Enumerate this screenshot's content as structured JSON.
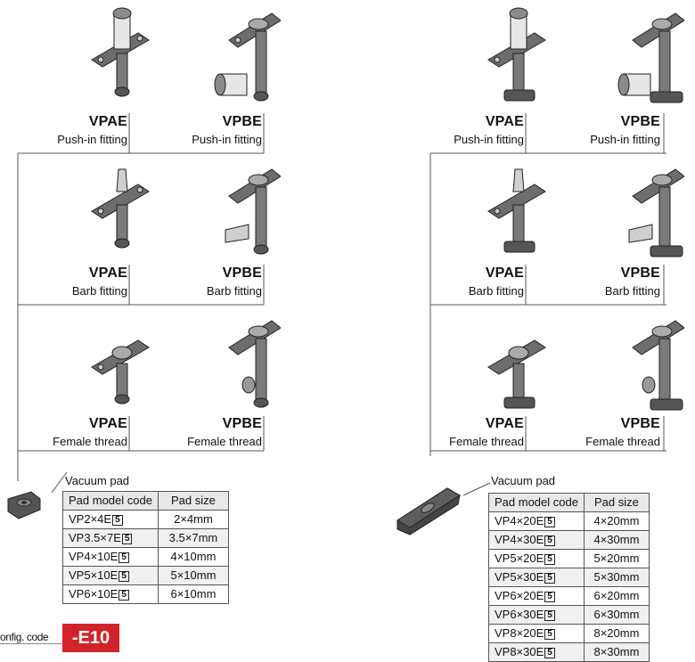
{
  "left": {
    "fittings": [
      {
        "model": "VPAE",
        "desc": "Push-in fitting"
      },
      {
        "model": "VPBE",
        "desc": "Push-in fitting"
      },
      {
        "model": "VPAE",
        "desc": "Barb fitting"
      },
      {
        "model": "VPBE",
        "desc": "Barb fitting"
      },
      {
        "model": "VPAE",
        "desc": "Female thread"
      },
      {
        "model": "VPBE",
        "desc": "Female thread"
      }
    ],
    "vacuum_pad": {
      "label": "Vacuum pad",
      "headers": [
        "Pad model code",
        "Pad size"
      ],
      "rows": [
        {
          "code": "VP2×4E",
          "suffix": "5",
          "size": "2×4mm"
        },
        {
          "code": "VP3.5×7E",
          "suffix": "5",
          "size": "3.5×7mm"
        },
        {
          "code": "VP4×10E",
          "suffix": "5",
          "size": "4×10mm"
        },
        {
          "code": "VP5×10E",
          "suffix": "5",
          "size": "5×10mm"
        },
        {
          "code": "VP6×10E",
          "suffix": "5",
          "size": "6×10mm"
        }
      ]
    }
  },
  "right": {
    "fittings": [
      {
        "model": "VPAE",
        "desc": "Push-in fitting"
      },
      {
        "model": "VPBE",
        "desc": "Push-in fitting"
      },
      {
        "model": "VPAE",
        "desc": "Barb fitting"
      },
      {
        "model": "VPBE",
        "desc": "Barb fitting"
      },
      {
        "model": "VPAE",
        "desc": "Female thread"
      },
      {
        "model": "VPBE",
        "desc": "Female thread"
      }
    ],
    "vacuum_pad": {
      "label": "Vacuum pad",
      "headers": [
        "Pad model code",
        "Pad size"
      ],
      "rows": [
        {
          "code": "VP4×20E",
          "suffix": "5",
          "size": "4×20mm"
        },
        {
          "code": "VP4×30E",
          "suffix": "5",
          "size": "4×30mm"
        },
        {
          "code": "VP5×20E",
          "suffix": "5",
          "size": "5×20mm"
        },
        {
          "code": "VP5×30E",
          "suffix": "5",
          "size": "5×30mm"
        },
        {
          "code": "VP6×20E",
          "suffix": "5",
          "size": "6×20mm"
        },
        {
          "code": "VP6×30E",
          "suffix": "5",
          "size": "6×30mm"
        },
        {
          "code": "VP8×20E",
          "suffix": "5",
          "size": "8×20mm"
        },
        {
          "code": "VP8×30E",
          "suffix": "5",
          "size": "8×30mm"
        }
      ]
    }
  },
  "config": {
    "label": "onfig. code",
    "code": "-E10"
  },
  "colors": {
    "config_red": "#d2232a",
    "metal_dark": "#6d6d6d",
    "metal_light": "#cfcfcf",
    "line": "#555555"
  }
}
